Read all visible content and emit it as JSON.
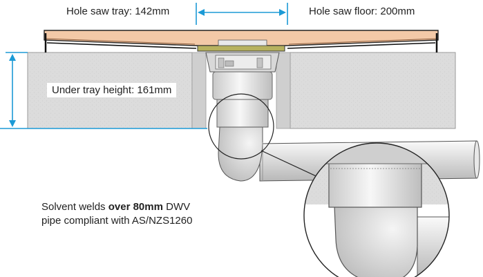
{
  "labels": {
    "hole_saw_tray": "Hole saw tray: 142mm",
    "hole_saw_floor": "Hole saw floor: 200mm",
    "under_tray_height": "Under tray height: 161mm",
    "solvent_pre": "Solvent welds ",
    "solvent_bold": "over 80mm",
    "solvent_post": " DWV",
    "solvent_line2": "pipe compliant with AS/NZS1260"
  },
  "colors": {
    "dimension_line": "#1b9ad6",
    "tray": "#f3c9a7",
    "floor": "#dcdcdc",
    "pipe": "#e6e6e6",
    "outline": "#1e1e1e"
  }
}
